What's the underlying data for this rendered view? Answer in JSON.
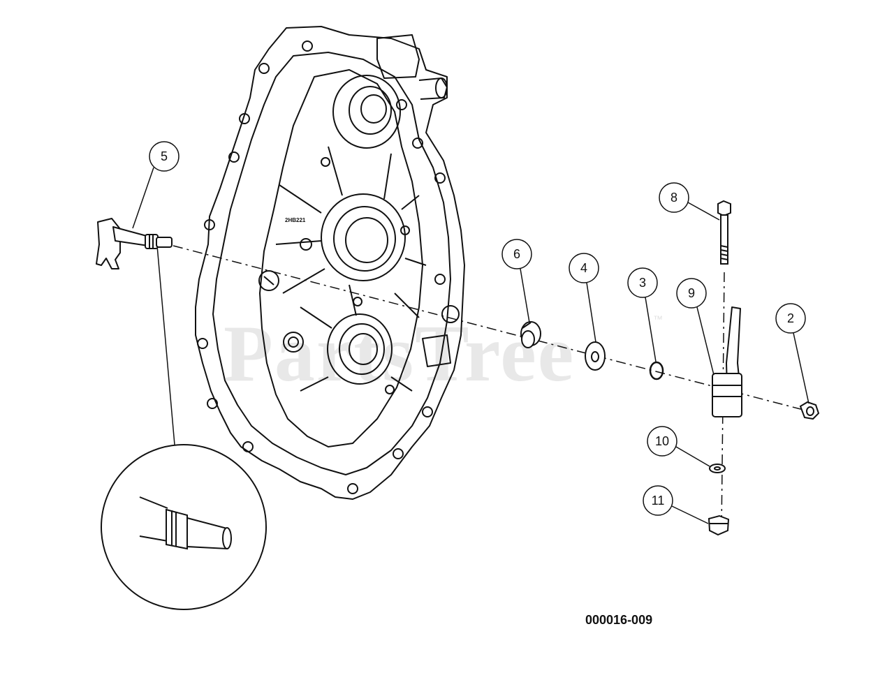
{
  "watermark": {
    "brand": "PartsTree",
    "trademark": "™"
  },
  "casting_marking": "2HB221",
  "drawing_code": "000016-009",
  "callouts": [
    "2",
    "3",
    "4",
    "5",
    "6",
    "8",
    "9",
    "10",
    "11"
  ],
  "colors": {
    "line": "#111111",
    "watermark": "#e8e8e8",
    "background": "#ffffff"
  }
}
